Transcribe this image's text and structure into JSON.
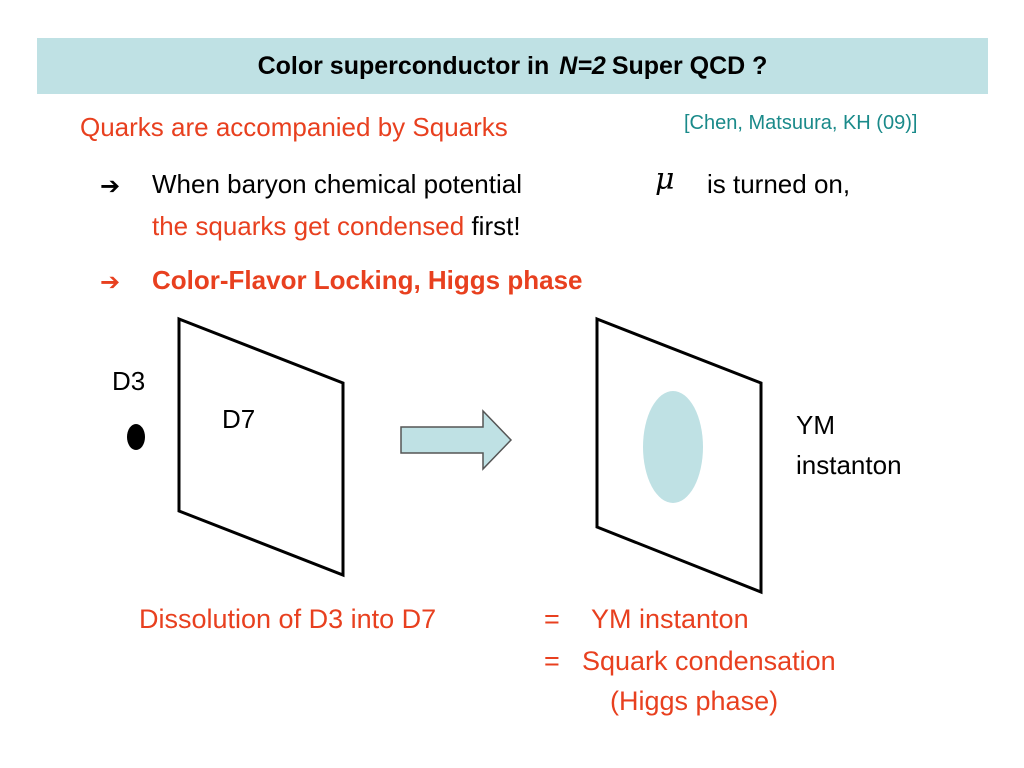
{
  "slide": {
    "title": {
      "part1": "Color superconductor in",
      "italic": "N=2",
      "part2": "Super QCD ?"
    },
    "subtitle": "Quarks are accompanied by Squarks",
    "citation": "[Chen, Matsuura, KH  (09)]",
    "bullet1": {
      "line1_a": "When baryon chemical potential",
      "symbol": "μ",
      "line1_b": "is turned on,",
      "line2_red": "the squarks get condensed",
      "line2_black": "first!"
    },
    "bullet2": "Color-Flavor Locking, Higgs phase",
    "arrow_glyph": "➔",
    "diagram": {
      "d3_label": "D3",
      "d7_label": "D7",
      "ym_label_1": "YM",
      "ym_label_2": "instanton"
    },
    "conclusion": {
      "line1_left": "Dissolution of D3 into D7",
      "eq1": "=",
      "line1_right": "YM instanton",
      "eq2": "=",
      "line2_right": "Squark condensation",
      "line3": "(Higgs phase)"
    }
  },
  "colors": {
    "title_bg": "#bfe1e4",
    "accent_red": "#e8401f",
    "citation_teal": "#1a8a8a",
    "arrow_fill": "#bfe1e4",
    "instanton_fill": "#bfe1e4"
  }
}
